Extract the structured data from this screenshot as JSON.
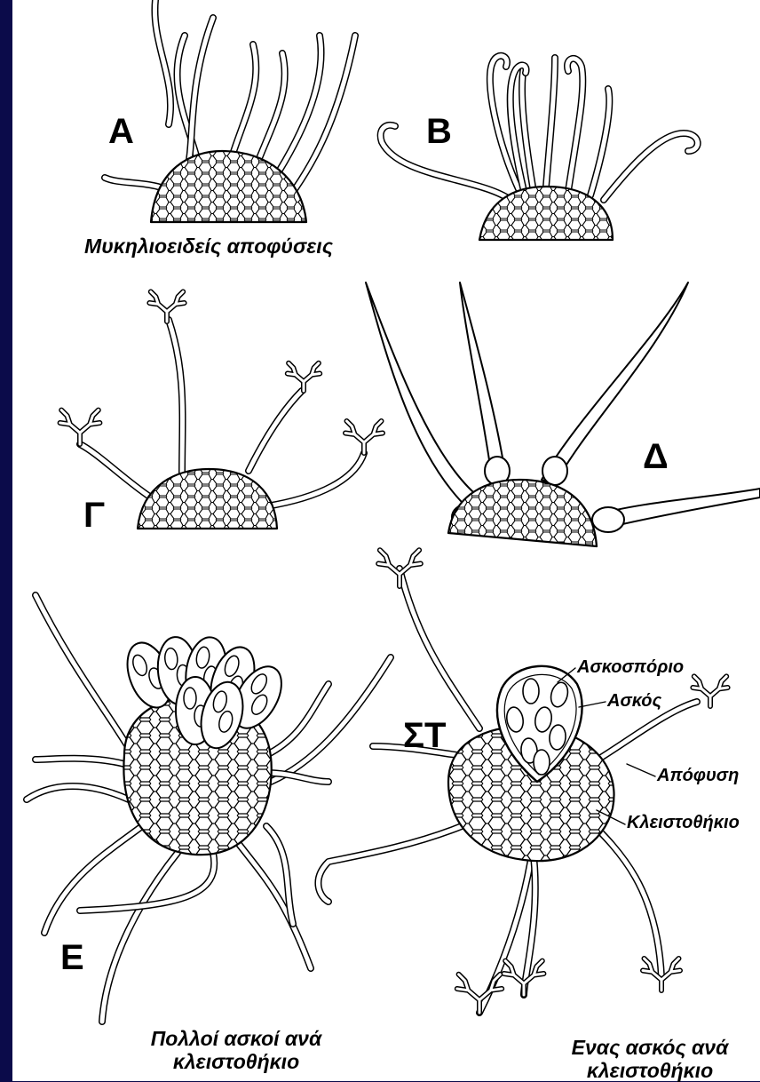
{
  "figure": {
    "panels": {
      "A": "A",
      "B": "B",
      "G": "Γ",
      "D": "Δ",
      "E": "E",
      "ST": "ΣΤ"
    },
    "captions": {
      "mycelioid": "Μυκηλιοειδείς αποφύσεις",
      "many_line1": "Πολλοί ασκοί ανά",
      "many_line2": "κλειστοθήκιο",
      "one_line1": "Ενας ασκός ανά",
      "one_line2": "κλειστοθήκιο"
    },
    "annotations": {
      "ascospore": "Ασκοσπόριο",
      "ascus": "Ασκός",
      "appendage": "Απόφυση",
      "cleistothecium": "Κλειστοθήκιο"
    }
  },
  "colors": {
    "border": "#0b0b4a",
    "background": "#ffffff",
    "ink": "#000000"
  }
}
